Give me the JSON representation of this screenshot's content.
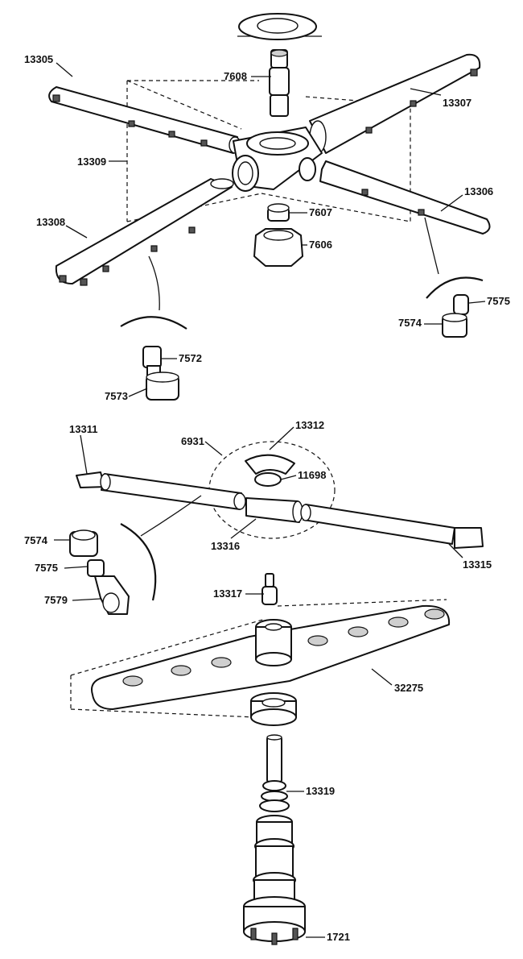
{
  "labels": {
    "p13305": "13305",
    "p7608": "7608",
    "p13307": "13307",
    "p13309": "13309",
    "p13306": "13306",
    "p13308": "13308",
    "p7607": "7607",
    "p7606": "7606",
    "p7575a": "7575",
    "p7574a": "7574",
    "p7572": "7572",
    "p7573": "7573",
    "p13311": "13311",
    "p13312": "13312",
    "p6931": "6931",
    "p11698": "11698",
    "p7574b": "7574",
    "p7575b": "7575",
    "p7579": "7579",
    "p13316": "13316",
    "p13315": "13315",
    "p13317": "13317",
    "p32275": "32275",
    "p13319": "13319",
    "p1721": "1721"
  }
}
